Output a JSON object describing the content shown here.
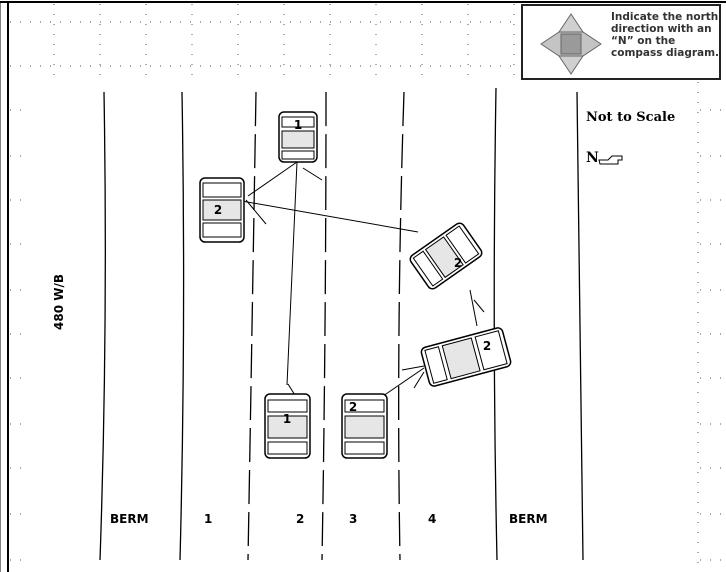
{
  "compass": {
    "instruction": "Indicate the north direction with an “N” on the compass diagram.",
    "icon": "compass-rose-icon"
  },
  "diagram": {
    "scale_note": "Not to Scale",
    "north_marker": "N",
    "north_icon": "pointing-hand-icon",
    "road_name": "480 W/B"
  },
  "lanes": [
    {
      "label": "BERM"
    },
    {
      "label": "1"
    },
    {
      "label": "2"
    },
    {
      "label": "3"
    },
    {
      "label": "4"
    },
    {
      "label": "BERM"
    }
  ],
  "vehicles": [
    {
      "number": "1",
      "position": "initial"
    },
    {
      "number": "2",
      "position": "initial"
    },
    {
      "number": "1",
      "position": "final"
    },
    {
      "number": "2",
      "position": "after-first-impact"
    },
    {
      "number": "2",
      "position": "in-lane-4"
    },
    {
      "number": "2",
      "position": "final"
    }
  ]
}
